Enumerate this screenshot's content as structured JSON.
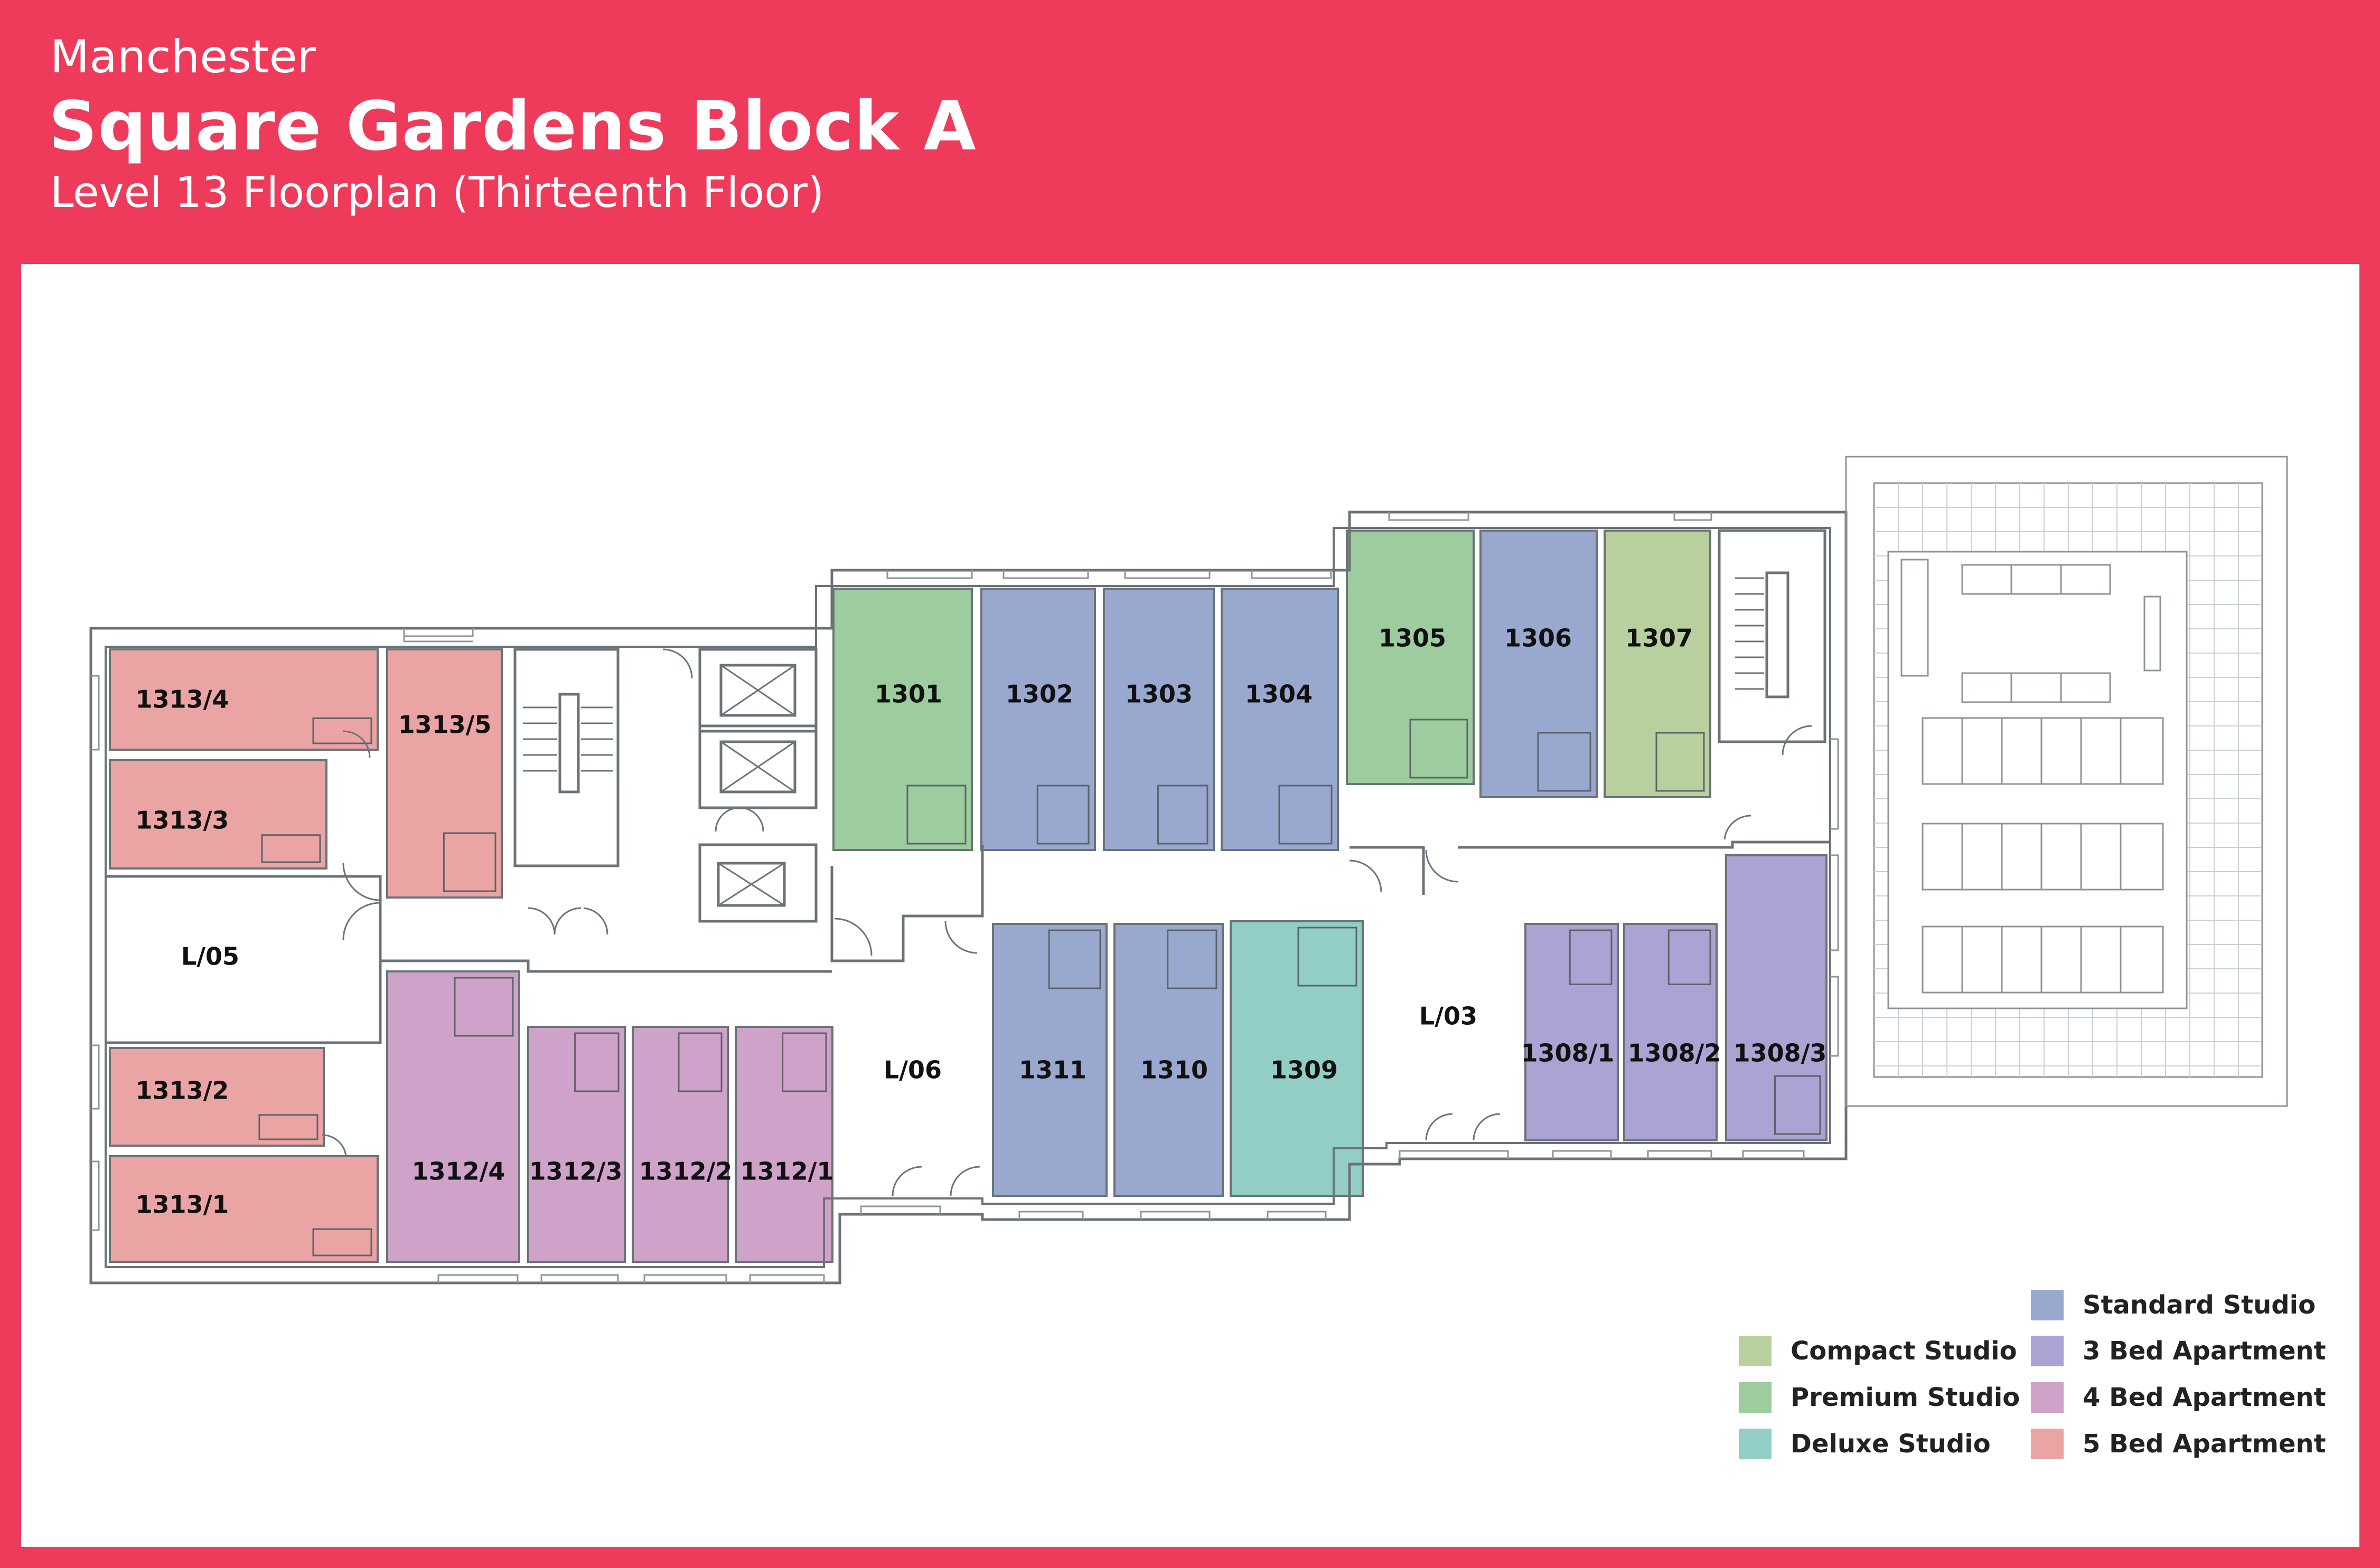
{
  "header": {
    "city": "Manchester",
    "title": "Square Gardens Block A",
    "subtitle": "Level 13 Floorplan (Thirteenth Floor)"
  },
  "colors": {
    "compact_studio": "#b8d09e",
    "premium_studio": "#9dcc9f",
    "deluxe_studio": "#92cec6",
    "standard_studio": "#99a8cf",
    "three_bed": "#aaa3d3",
    "four_bed": "#cfa3c9",
    "five_bed": "#eba4a4"
  },
  "rooms": [
    {
      "id": "1313/4",
      "type": "five_bed"
    },
    {
      "id": "1313/5",
      "type": "five_bed"
    },
    {
      "id": "1313/3",
      "type": "five_bed"
    },
    {
      "id": "1313/2",
      "type": "five_bed"
    },
    {
      "id": "1313/1",
      "type": "five_bed"
    },
    {
      "id": "1312/4",
      "type": "four_bed"
    },
    {
      "id": "1312/3",
      "type": "four_bed"
    },
    {
      "id": "1312/2",
      "type": "four_bed"
    },
    {
      "id": "1312/1",
      "type": "four_bed"
    },
    {
      "id": "1301",
      "type": "premium_studio"
    },
    {
      "id": "1302",
      "type": "standard_studio"
    },
    {
      "id": "1303",
      "type": "standard_studio"
    },
    {
      "id": "1304",
      "type": "standard_studio"
    },
    {
      "id": "1305",
      "type": "premium_studio"
    },
    {
      "id": "1306",
      "type": "standard_studio"
    },
    {
      "id": "1307",
      "type": "compact_studio"
    },
    {
      "id": "1311",
      "type": "standard_studio"
    },
    {
      "id": "1310",
      "type": "standard_studio"
    },
    {
      "id": "1309",
      "type": "deluxe_studio"
    },
    {
      "id": "1308/1",
      "type": "three_bed"
    },
    {
      "id": "1308/2",
      "type": "three_bed"
    },
    {
      "id": "1308/3",
      "type": "three_bed"
    }
  ],
  "labels": {
    "l05": "L/05",
    "l06": "L/06",
    "l03": "L/03"
  },
  "legend": [
    {
      "label": "Compact Studio",
      "type": "compact_studio"
    },
    {
      "label": "Premium Studio",
      "type": "premium_studio"
    },
    {
      "label": "Deluxe Studio",
      "type": "deluxe_studio"
    },
    {
      "label": "Standard Studio",
      "type": "standard_studio"
    },
    {
      "label": "3 Bed Apartment",
      "type": "three_bed"
    },
    {
      "label": "4 Bed Apartment",
      "type": "four_bed"
    },
    {
      "label": "5 Bed Apartment",
      "type": "five_bed"
    }
  ]
}
